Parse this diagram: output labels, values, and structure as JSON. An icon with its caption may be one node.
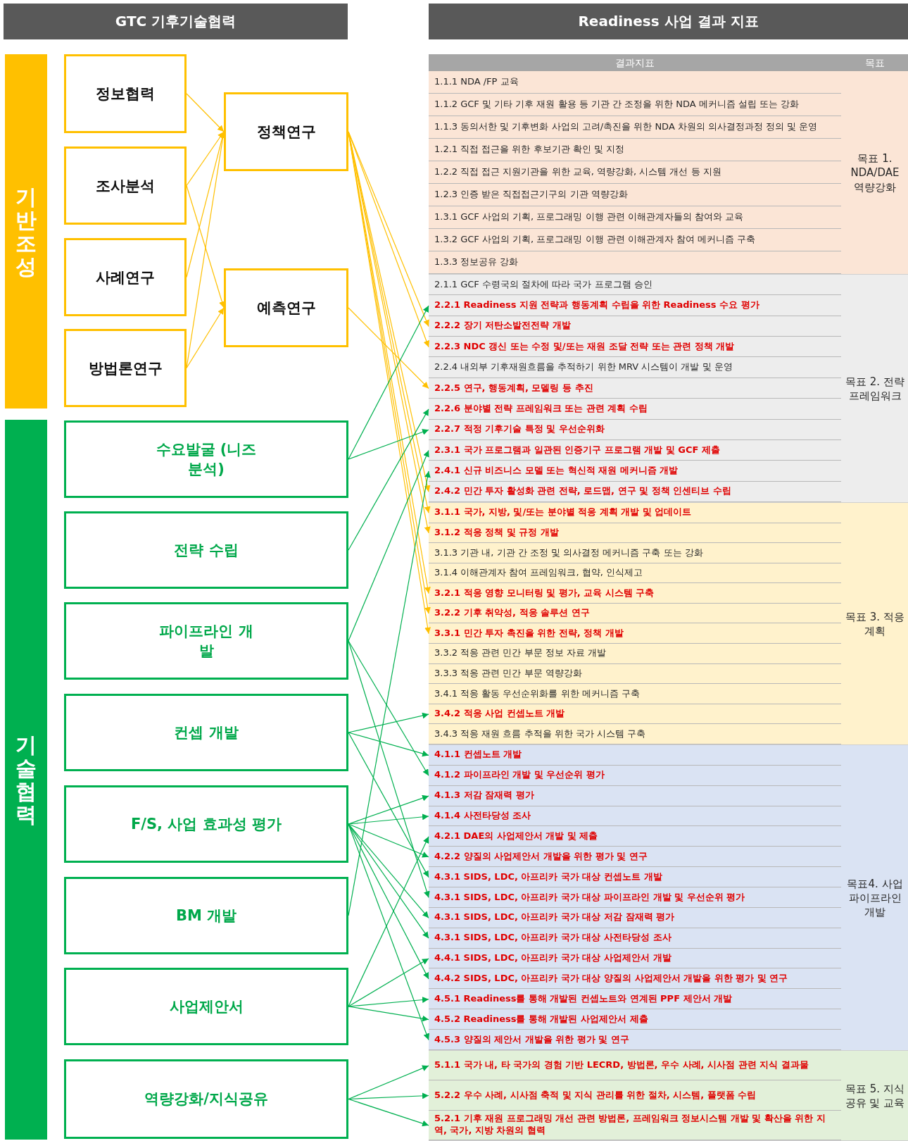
{
  "diagram": {
    "nodes": [
      {
        "text": [
          "GTC 기후기술협력"
        ]
      },
      {
        "text": [
          "Readiness 사업 결과 지표"
        ]
      },
      {
        "text": [
          "기반조성"
        ]
      },
      {
        "text": [
          "정보협력"
        ]
      },
      {
        "text": [
          "조사분석"
        ]
      },
      {
        "text": [
          "사례연구"
        ]
      },
      {
        "text": [
          "방법론연구"
        ]
      },
      {
        "text": [
          "정책연구"
        ]
      },
      {
        "text": [
          "예측연구"
        ]
      },
      {
        "text": [
          "기술협력"
        ]
      },
      {
        "text": [
          "수요발굴 (니즈 분석)"
        ]
      },
      {
        "text": [
          "전략 수립"
        ]
      },
      {
        "text": [
          "파이프라인 개발"
        ]
      },
      {
        "text": [
          "컨셉 개발"
        ]
      },
      {
        "text": [
          "F/S, 사업 효과성 평가"
        ]
      },
      {
        "text": [
          "BM 개발"
        ]
      },
      {
        "text": [
          "사업제안서"
        ]
      },
      {
        "text": [
          "역량강화/지식공유"
        ]
      },
      {
        "text": [
          "목표 1. NDA/DAE 역량강화"
        ]
      },
      {
        "text": [
          "1.1.1 NDA /FP 교육"
        ],
        "in": 18
      },
      {
        "text": [
          "1.1.2 GCF 및 기타 기후 재원 활용 등 기관 간 조정을 위한 NDA 메커니즘 설립 또는 강화"
        ],
        "in": 18
      },
      {
        "text": [
          "1.1.3 동의서한 및 기후변화 사업의 고려/촉진을 위한 NDA 차원의 의사결정과정 정의 및 운영"
        ],
        "in": 18
      },
      {
        "text": [
          "1.2.1 직접 접근을 위한 후보기관 확인 및 지정"
        ],
        "in": 18
      },
      {
        "text": [
          "1.2.2 직접 접근 지원기관을 위한 교육, 역량강화, 시스템 개선 등 지원"
        ],
        "in": 18
      },
      {
        "text": [
          "1.2.3 인증 받은 직접접근기구의 기관 역량강화"
        ],
        "in": 18
      },
      {
        "text": [
          "1.3.1 GCF 사업의 기획, 프로그래밍 이행 관련 이해관계자들의 참여와 교육"
        ],
        "in": 18
      },
      {
        "text": [
          "1.3.2 GCF 사업의 기획, 프로그래밍 이행 관련 이해관계자 참여 메커니즘 구축"
        ],
        "in": 18
      },
      {
        "text": [
          "1.3.3 정보공유 강화"
        ],
        "in": 18
      },
      {
        "text": [
          "목표 2. 전략 프레임워크"
        ]
      },
      {
        "text": [
          "2.1.1 GCF 수령국의 절차에 따라 국가 프로그램 승인"
        ],
        "in": 28
      },
      {
        "text": [
          "2.2.1 Readiness 지원 전략과 행동계획 수립을 위한 Readiness 수요 평가"
        ],
        "in": 28
      },
      {
        "text": [
          "2.2.2 장기 저탄소발전전략 개발"
        ],
        "in": 28
      },
      {
        "text": [
          "2.2.3 NDC 갱신 또는 수정 및/또는 재원 조달 전략 또는 관련 정책 개발"
        ],
        "in": 28
      },
      {
        "text": [
          "2.2.4 내외부 기후재원흐름을 추적하기 위한 MRV 시스템이 개발 및 운영"
        ],
        "in": 28
      },
      {
        "text": [
          "2.2.5 연구, 행동계획, 모델링 등 추진"
        ],
        "in": 28
      },
      {
        "text": [
          "2.2.6 분야별 전략 프레임워크 또는 관련 계획 수립"
        ],
        "in": 28
      },
      {
        "text": [
          "2.2.7 적정 기후기술 특정 및 우선순위화"
        ],
        "in": 28
      },
      {
        "text": [
          "2.3.1 국가 프로그램과 일관된 인증기구 프로그램 개발 및 GCF 제출"
        ],
        "in": 28
      },
      {
        "text": [
          "2.4.1 신규 비즈니스 모델 또는 혁신적 재원 메커니즘 개발"
        ],
        "in": 28
      },
      {
        "text": [
          "2.4.2 민간 투자 활성화 관련 전략, 로드맵, 연구 및 정책 인센티브 수립"
        ],
        "in": 28
      },
      {
        "text": [
          "목표 3. 적응 계획"
        ]
      },
      {
        "text": [
          "3.1.1 국가, 지방, 및/또는 분야별 적응 계획 개발 및 업데이트"
        ],
        "in": 40
      },
      {
        "text": [
          "3.1.2 적응 정책 및 규정 개발"
        ],
        "in": 40
      },
      {
        "text": [
          "3.1.3 기관 내, 기관 간 조정 및 의사결정 메커니즘 구축 또는 강화"
        ],
        "in": 40
      },
      {
        "text": [
          "3.1.4 이해관계자 참여 프레임워크, 협약, 인식제고"
        ],
        "in": 40
      },
      {
        "text": [
          "3.2.1 적응 영향 모니터링 및 평가, 교육 시스템 구축"
        ],
        "in": 40
      },
      {
        "text": [
          "3.2.2 기후 취약성, 적응 솔루션 연구"
        ],
        "in": 40
      },
      {
        "text": [
          "3.3.1 민간 투자 촉진을 위한 전략, 정책 개발"
        ],
        "in": 40
      },
      {
        "text": [
          "3.3.2 적응 관련 민간 부문 정보 자료 개발"
        ],
        "in": 40
      },
      {
        "text": [
          "3.3.3 적응 관련 민간 부문 역량강화"
        ],
        "in": 40
      },
      {
        "text": [
          "3.4.1 적응 활동 우선순위화를 위한 메커니즘 구축"
        ],
        "in": 40
      },
      {
        "text": [
          "3.4.2 적응 사업 컨셉노트 개발"
        ],
        "in": 40
      },
      {
        "text": [
          "3.4.3 적응 재원 흐름 추적을 위한 국가 시스템 구축"
        ],
        "in": 40
      },
      {
        "text": [
          "목표4. 사업 파이프라인개발"
        ]
      },
      {
        "text": [
          "4.1.1 컨셉노트 개발"
        ],
        "in": 53
      },
      {
        "text": [
          "4.1.2 파이프라인 개발 및 우선순위 평가"
        ],
        "in": 53
      },
      {
        "text": [
          "4.1.3 저감 잠재력 평가"
        ],
        "in": 53
      },
      {
        "text": [
          "4.1.4 사전타당성 조사"
        ],
        "in": 53
      },
      {
        "text": [
          "4.2.1 DAE의 사업제안서 개발 및 제출"
        ],
        "in": 53
      },
      {
        "text": [
          "4.2.2 양질의 사업제안서 개발을 위한 평가 및 연구"
        ],
        "in": 53
      },
      {
        "text": [
          "4.3.1 SIDS, LDC, 아프리카 국가 대상 컨셉노트 개발"
        ],
        "in": 53
      },
      {
        "text": [
          "4.3.1 SIDS, LDC, 아프리카 국가 대상 파이프라인 개발 및 우선순위 평가"
        ],
        "in": 53
      },
      {
        "text": [
          "4.3.1 SIDS, LDC, 아프리카 국가 대상 저감 잠재력 평가"
        ],
        "in": 53
      },
      {
        "text": [
          "4.3.1 SIDS, LDC, 아프리카 국가 대상 사전타당성 조사"
        ],
        "in": 53
      },
      {
        "text": [
          "4.4.1 SIDS, LDC, 아프리카 국가 대상 사업제안서 개발"
        ],
        "in": 53
      },
      {
        "text": [
          "4.4.2 SIDS, LDC, 아프리카 국가 대상 양질의 사업제안서 개발을 위한 평가 및 연구"
        ],
        "in": 53
      },
      {
        "text": [
          "4.5.1 Readiness를 통해 개발된 컨셉노트와 연계된 PPF 제안서 개발"
        ],
        "in": 53
      },
      {
        "text": [
          "4.5.2 Readiness를 통해 개발된 사업제안서 제출"
        ],
        "in": 53
      },
      {
        "text": [
          "4.5.3 양질의 제안서 개발을 위한 평가 및 연구"
        ],
        "in": 53
      },
      {
        "text": [
          "목표 5. 지식 공유 및 교육"
        ]
      },
      {
        "text": [
          "5.1.1 국가 내, 타 국가의 경험 기반 LECRD, 방법론, 우수 사례, 시사점 관련 지식 결과물"
        ],
        "in": 69
      },
      {
        "text": [
          "5.2.2 우수 사례, 시사점 축적 및 지식 관리를 위한 절차, 시스템, 플랫폼 수립"
        ],
        "in": 69
      },
      {
        "text": [
          "5.2.1 기후 재원 프로그래밍 개선 관련 방법론, 프레임워크 정보시스템 개발 및 확산을 위한 지역, 국가, 지방 차원의 협력"
        ],
        "in": 69
      }
    ],
    "edges": [
      {
        "from": 3,
        "to": 7,
        "arrow": "to",
        "color": "#ffc000"
      },
      {
        "from": 4,
        "to": 7,
        "arrow": "to",
        "color": "#ffc000"
      },
      {
        "from": 4,
        "to": 8,
        "arrow": "to",
        "color": "#ffc000"
      },
      {
        "from": 5,
        "to": 7,
        "arrow": "to",
        "color": "#ffc000"
      },
      {
        "from": 6,
        "to": 7,
        "arrow": "to",
        "color": "#ffc000"
      },
      {
        "from": 6,
        "to": 8,
        "arrow": "to",
        "color": "#ffc000"
      },
      {
        "from": 7,
        "to": 31,
        "arrow": "to",
        "color": "#ffc000"
      },
      {
        "from": 7,
        "to": 32,
        "arrow": "to",
        "color": "#ffc000"
      },
      {
        "from": 7,
        "to": 39,
        "arrow": "to",
        "color": "#ffc000"
      },
      {
        "from": 7,
        "to": 41,
        "arrow": "to",
        "color": "#ffc000"
      },
      {
        "from": 7,
        "to": 42,
        "arrow": "to",
        "color": "#ffc000"
      },
      {
        "from": 7,
        "to": 45,
        "arrow": "to",
        "color": "#ffc000"
      },
      {
        "from": 7,
        "to": 46,
        "arrow": "to",
        "color": "#ffc000"
      },
      {
        "from": 7,
        "to": 47,
        "arrow": "to",
        "color": "#ffc000"
      },
      {
        "from": 8,
        "to": 34,
        "arrow": "to",
        "color": "#ffc000"
      },
      {
        "from": 10,
        "to": 30,
        "arrow": "to"
      },
      {
        "from": 10,
        "to": 36,
        "arrow": "to"
      },
      {
        "from": 11,
        "to": 35,
        "arrow": "to"
      },
      {
        "from": 12,
        "to": 37,
        "arrow": "to"
      },
      {
        "from": 12,
        "to": 55,
        "arrow": "to"
      },
      {
        "from": 12,
        "to": 61,
        "arrow": "to"
      },
      {
        "from": 13,
        "to": 51,
        "arrow": "to"
      },
      {
        "from": 13,
        "to": 54,
        "arrow": "to"
      },
      {
        "from": 13,
        "to": 60,
        "arrow": "to"
      },
      {
        "from": 14,
        "to": 56,
        "arrow": "to"
      },
      {
        "from": 14,
        "to": 57,
        "arrow": "to"
      },
      {
        "from": 14,
        "to": 59,
        "arrow": "to"
      },
      {
        "from": 14,
        "to": 62,
        "arrow": "to"
      },
      {
        "from": 14,
        "to": 63,
        "arrow": "to"
      },
      {
        "from": 14,
        "to": 65,
        "arrow": "to"
      },
      {
        "from": 14,
        "to": 68,
        "arrow": "to"
      },
      {
        "from": 15,
        "to": 38,
        "arrow": "to"
      },
      {
        "from": 16,
        "to": 58,
        "arrow": "to"
      },
      {
        "from": 16,
        "to": 64,
        "arrow": "to"
      },
      {
        "from": 16,
        "to": 66,
        "arrow": "to"
      },
      {
        "from": 16,
        "to": 67,
        "arrow": "to"
      },
      {
        "from": 17,
        "to": 70,
        "arrow": "to"
      },
      {
        "from": 17,
        "to": 71,
        "arrow": "to"
      },
      {
        "from": 17,
        "to": 72,
        "arrow": "to"
      }
    ],
    "labels": [
      "결과지표",
      "목표"
    ]
  }
}
